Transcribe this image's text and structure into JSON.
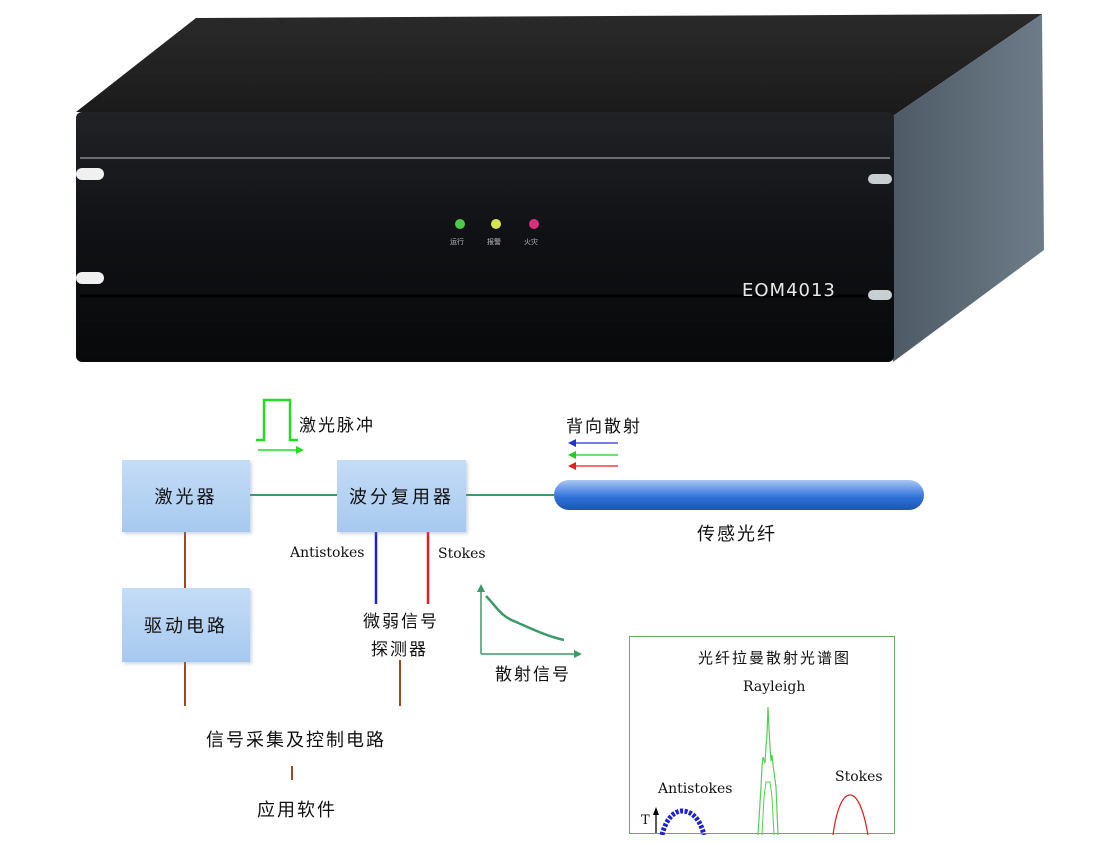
{
  "device": {
    "model": "EOM4013",
    "leds": [
      {
        "label": "运行",
        "color": "#4ec94a"
      },
      {
        "label": "报警",
        "color": "#d5e64a"
      },
      {
        "label": "火灾",
        "color": "#d8307a"
      }
    ]
  },
  "diagram": {
    "laser_box": "激光器",
    "wdm_box": "波分复用器",
    "driver_box": "驱动电路",
    "laser_pulse": "激光脉冲",
    "backscatter": "背向散射",
    "sensing_fiber": "传感光纤",
    "antistokes": "Antistokes",
    "stokes": "Stokes",
    "detector_line1": "微弱信号",
    "detector_line2": "探测器",
    "scatter_signal": "散射信号",
    "acquisition": "信号采集及控制电路",
    "software": "应用软件"
  },
  "spectrum": {
    "title": "光纤拉曼散射光谱图",
    "rayleigh": "Rayleigh",
    "antistokes": "Antistokes",
    "stokes": "Stokes",
    "t_axis": "T"
  },
  "colors": {
    "fiber": "#2e6fd6",
    "green_line": "#3a9a6a",
    "brown_line": "#9a4a22",
    "blue_line": "#1c22c8",
    "red_line": "#e02020",
    "pulse": "#22dd22"
  }
}
